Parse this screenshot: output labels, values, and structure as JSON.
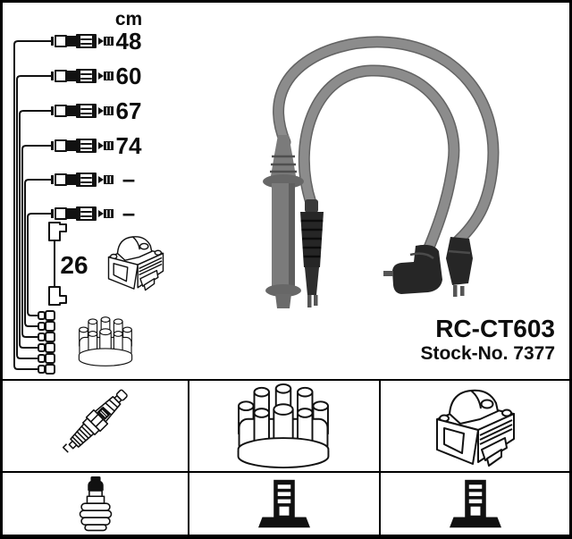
{
  "product": {
    "code": "RC-CT603",
    "stock": "Stock-No. 7377"
  },
  "schematic": {
    "unit": "cm",
    "lengths": [
      "48",
      "60",
      "67",
      "74",
      "–",
      "–"
    ],
    "coil_wire_length": "26"
  },
  "legend_icons": [
    "spark-plug-icon",
    "distributor-cap-icon",
    "ignition-coil-icon",
    "plug-terminal-icon",
    "post-terminal-icon",
    "post-terminal-icon"
  ],
  "colors": {
    "background": "#ffffff",
    "border": "#000000",
    "line": "#111111",
    "cable_grey": "#8c8c8c",
    "cable_edge": "#636363",
    "boot_black": "#262626",
    "boot_grey": "#7b7b7b",
    "pin_grey": "#555555"
  }
}
